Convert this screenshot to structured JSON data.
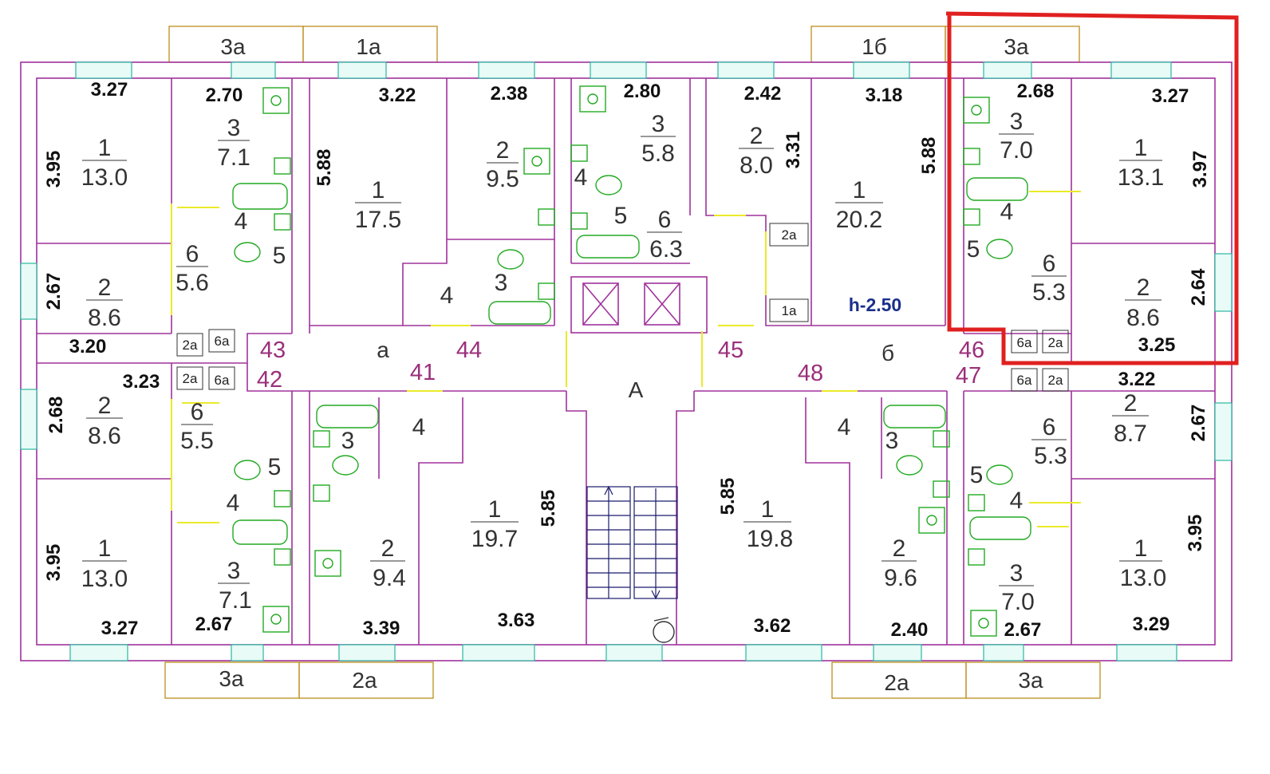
{
  "balconies": [
    {
      "label": "3а"
    },
    {
      "label": "1а"
    },
    {
      "label": "1б"
    },
    {
      "label": "3а"
    },
    {
      "label": "3а"
    },
    {
      "label": "2а"
    },
    {
      "label": "2а"
    },
    {
      "label": "3а"
    }
  ],
  "dimensions": [
    "3.27",
    "2.70",
    "3.22",
    "2.38",
    "2.80",
    "2.42",
    "3.18",
    "2.68",
    "3.27",
    "3.95",
    "5.88",
    "3.31",
    "5.88",
    "3.97",
    "2.67",
    "3.20",
    "2.64",
    "3.25",
    "3.23",
    "3.22",
    "2.68",
    "2.67",
    "5.85",
    "5.85",
    "3.95",
    "3.95",
    "3.27",
    "2.67",
    "3.39",
    "3.63",
    "3.62",
    "2.40",
    "2.67",
    "3.29"
  ],
  "rooms": [
    {
      "num": "1",
      "area": "13.0"
    },
    {
      "num": "3",
      "area": "7.1"
    },
    {
      "num": "4",
      "area": ""
    },
    {
      "num": "5",
      "area": ""
    },
    {
      "num": "6",
      "area": "5.6"
    },
    {
      "num": "2",
      "area": "8.6"
    },
    {
      "num": "1",
      "area": "17.5"
    },
    {
      "num": "2",
      "area": "9.5"
    },
    {
      "num": "4",
      "area": ""
    },
    {
      "num": "3",
      "area": ""
    },
    {
      "num": "3",
      "area": "5.8"
    },
    {
      "num": "4",
      "area": ""
    },
    {
      "num": "5",
      "area": ""
    },
    {
      "num": "6",
      "area": "6.3"
    },
    {
      "num": "2",
      "area": "8.0"
    },
    {
      "num": "1",
      "area": "20.2"
    },
    {
      "num": "3",
      "area": "7.0"
    },
    {
      "num": "1",
      "area": "13.1"
    },
    {
      "num": "4",
      "area": ""
    },
    {
      "num": "5",
      "area": ""
    },
    {
      "num": "6",
      "area": "5.3"
    },
    {
      "num": "2",
      "area": "8.6"
    },
    {
      "num": "2",
      "area": "8.6"
    },
    {
      "num": "6",
      "area": "5.5"
    },
    {
      "num": "5",
      "area": ""
    },
    {
      "num": "4",
      "area": ""
    },
    {
      "num": "3",
      "area": ""
    },
    {
      "num": "4",
      "area": ""
    },
    {
      "num": "2",
      "area": "8.7"
    },
    {
      "num": "6",
      "area": "5.3"
    },
    {
      "num": "4",
      "area": ""
    },
    {
      "num": "3",
      "area": ""
    },
    {
      "num": "1",
      "area": "13.0"
    },
    {
      "num": "3",
      "area": "7.1"
    },
    {
      "num": "2",
      "area": "9.4"
    },
    {
      "num": "1",
      "area": "19.7"
    },
    {
      "num": "1",
      "area": "19.8"
    },
    {
      "num": "2",
      "area": "9.6"
    },
    {
      "num": "5",
      "area": ""
    },
    {
      "num": "4",
      "area": ""
    },
    {
      "num": "3",
      "area": "7.0"
    },
    {
      "num": "1",
      "area": "13.0"
    }
  ],
  "small_labels": [
    "2а",
    "6а",
    "2а",
    "6а",
    "2а",
    "1а",
    "6а",
    "2а",
    "6а",
    "2а"
  ],
  "corridor_numbers": [
    "43",
    "42",
    "44",
    "41",
    "45",
    "48",
    "46",
    "47"
  ],
  "zones": [
    "а",
    "б",
    "А"
  ],
  "height_mark": "h-2.50",
  "colors": {
    "walls": "#a0329c",
    "balconies": "#b8860b",
    "windows": "#2ab7a0",
    "doors": "#eaea2a",
    "fixtures": "#22aa22",
    "highlight": "#e02020",
    "height_text": "#1a2f8c"
  },
  "icons": [
    "stairs-icon",
    "elevator-icon",
    "garbage-chute-icon",
    "bathtub-icon",
    "toilet-icon",
    "sink-icon",
    "stove-icon"
  ]
}
